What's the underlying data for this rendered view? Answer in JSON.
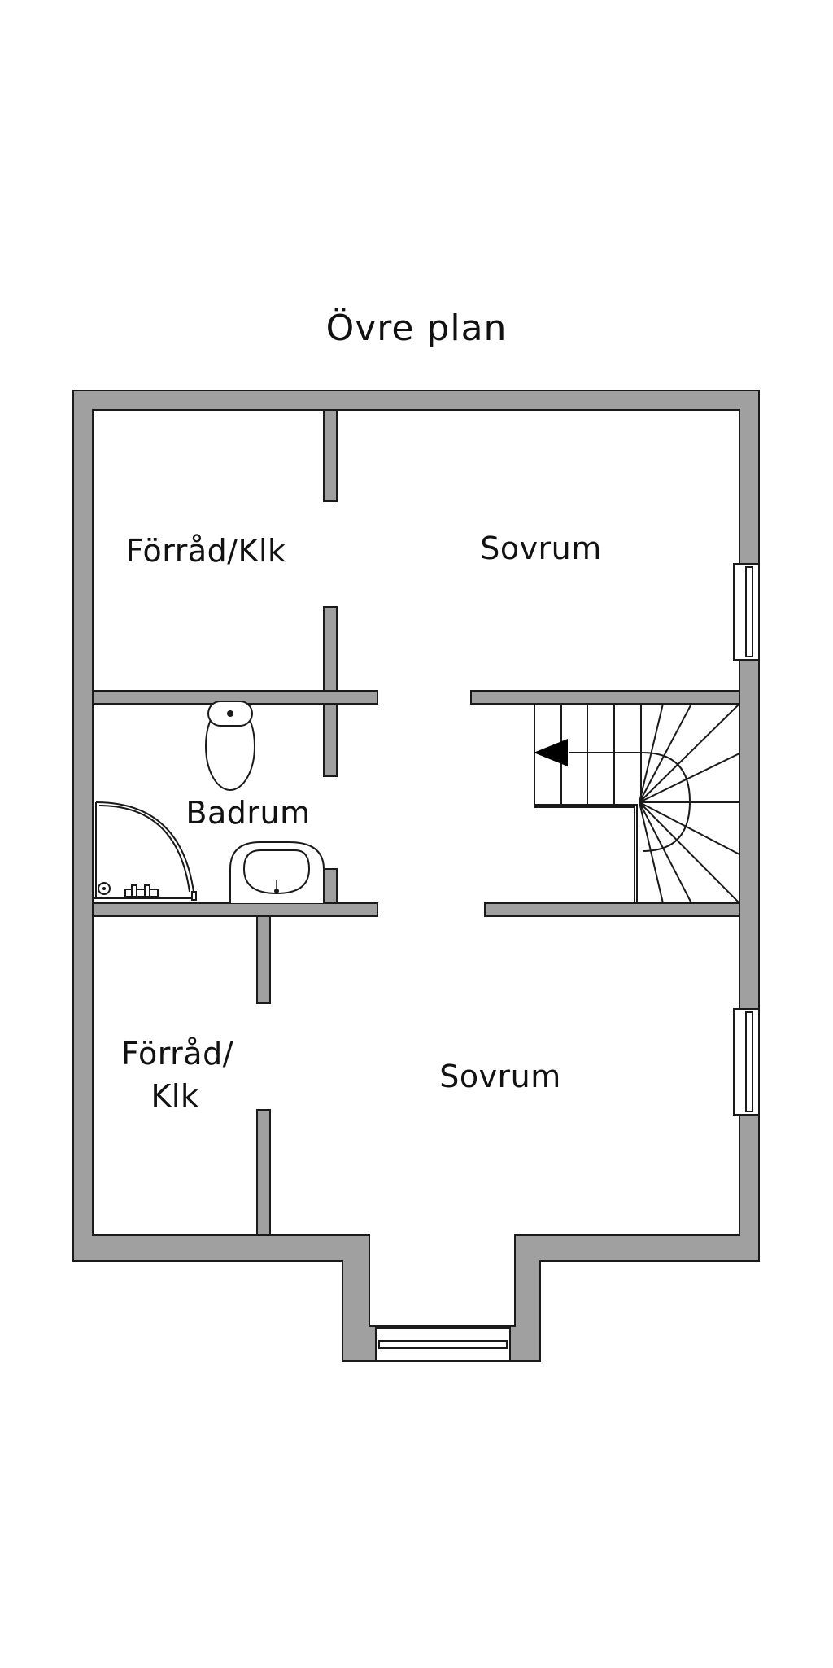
{
  "title": "Övre plan",
  "rooms": {
    "storage_top": "Förråd/Klk",
    "bedroom_top": "Sovrum",
    "bathroom": "Badrum",
    "storage_bottom_line1": "Förråd/",
    "storage_bottom_line2": "Klk",
    "bedroom_bottom": "Sovrum"
  },
  "colors": {
    "wall_fill": "#a0a0a0",
    "line": "#1a1a1a",
    "background": "#ffffff"
  }
}
